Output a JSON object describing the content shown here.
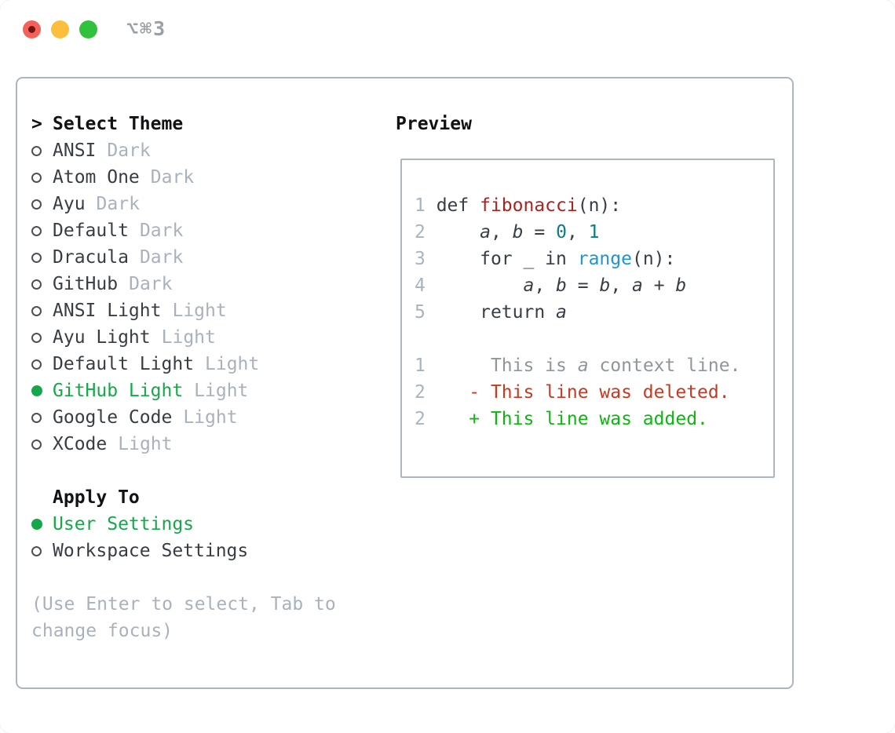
{
  "titlebar": {
    "title": "⌥⌘3",
    "traffic_lights": [
      "close",
      "minimize",
      "zoom"
    ]
  },
  "theme_panel": {
    "header": {
      "prompt": ">",
      "label": "Select Theme"
    },
    "themes": [
      {
        "name": "ANSI",
        "variant": "Dark",
        "selected": false
      },
      {
        "name": "Atom One",
        "variant": "Dark",
        "selected": false
      },
      {
        "name": "Ayu",
        "variant": "Dark",
        "selected": false
      },
      {
        "name": "Default",
        "variant": "Dark",
        "selected": false
      },
      {
        "name": "Dracula",
        "variant": "Dark",
        "selected": false
      },
      {
        "name": "GitHub",
        "variant": "Dark",
        "selected": false
      },
      {
        "name": "ANSI Light",
        "variant": "Light",
        "selected": false
      },
      {
        "name": "Ayu Light",
        "variant": "Light",
        "selected": false
      },
      {
        "name": "Default Light",
        "variant": "Light",
        "selected": false
      },
      {
        "name": "GitHub Light",
        "variant": "Light",
        "selected": true
      },
      {
        "name": "Google Code",
        "variant": "Light",
        "selected": false
      },
      {
        "name": "XCode",
        "variant": "Light",
        "selected": false
      }
    ],
    "apply_to": {
      "label": "Apply To",
      "options": [
        {
          "name": "User Settings",
          "selected": true
        },
        {
          "name": "Workspace Settings",
          "selected": false
        }
      ]
    },
    "help_lines": [
      "(Use Enter to select, Tab to",
      "change focus)"
    ]
  },
  "preview": {
    "label": "Preview",
    "lines": [
      {
        "segments": [
          {
            "t": "1 ",
            "c": "gutter"
          },
          {
            "t": "def ",
            "c": "code"
          },
          {
            "t": "fibonacci",
            "c": "func"
          },
          {
            "t": "(n):",
            "c": "code"
          }
        ]
      },
      {
        "segments": [
          {
            "t": "2",
            "c": "gutter"
          },
          {
            "t": "     ",
            "c": "code"
          },
          {
            "t": "a",
            "c": "var",
            "i": true
          },
          {
            "t": ", ",
            "c": "code"
          },
          {
            "t": "b",
            "c": "var",
            "i": true
          },
          {
            "t": " = ",
            "c": "code"
          },
          {
            "t": "0",
            "c": "number"
          },
          {
            "t": ", ",
            "c": "code"
          },
          {
            "t": "1",
            "c": "number"
          }
        ]
      },
      {
        "segments": [
          {
            "t": "3",
            "c": "gutter"
          },
          {
            "t": "     for _ in ",
            "c": "code"
          },
          {
            "t": "range",
            "c": "builtin"
          },
          {
            "t": "(n):",
            "c": "code"
          }
        ]
      },
      {
        "segments": [
          {
            "t": "4",
            "c": "gutter"
          },
          {
            "t": "         ",
            "c": "code"
          },
          {
            "t": "a",
            "c": "var",
            "i": true
          },
          {
            "t": ", ",
            "c": "code"
          },
          {
            "t": "b",
            "c": "var",
            "i": true
          },
          {
            "t": " = ",
            "c": "code"
          },
          {
            "t": "b",
            "c": "var",
            "i": true
          },
          {
            "t": ", ",
            "c": "code"
          },
          {
            "t": "a",
            "c": "var",
            "i": true
          },
          {
            "t": " + ",
            "c": "code"
          },
          {
            "t": "b",
            "c": "var",
            "i": true
          }
        ]
      },
      {
        "segments": [
          {
            "t": "5",
            "c": "gutter"
          },
          {
            "t": "     return ",
            "c": "code"
          },
          {
            "t": "a",
            "c": "var",
            "i": true
          }
        ]
      },
      {
        "segments": [
          {
            "t": " ",
            "c": "code"
          }
        ]
      },
      {
        "segments": [
          {
            "t": "1",
            "c": "gutter"
          },
          {
            "t": "      This is ",
            "c": "context"
          },
          {
            "t": "a",
            "c": "context",
            "i": true
          },
          {
            "t": " context line.",
            "c": "context"
          }
        ]
      },
      {
        "segments": [
          {
            "t": "2",
            "c": "gutter"
          },
          {
            "t": "    ",
            "c": "code"
          },
          {
            "t": "- This line was deleted.",
            "c": "deleted"
          }
        ]
      },
      {
        "segments": [
          {
            "t": "2",
            "c": "gutter"
          },
          {
            "t": "    ",
            "c": "code"
          },
          {
            "t": "+ This line was added.",
            "c": "added"
          }
        ]
      }
    ]
  },
  "colors": {
    "gutter": "#a9b4bf",
    "code": "#383e45",
    "var": "#383e45",
    "func": "#a62521",
    "number": "#0b7d84",
    "builtin": "#1e95d3",
    "context": "#8f969c",
    "deleted": "#c43a22",
    "added": "#0eb612",
    "selection_green": "#16a74a",
    "muted_gray": "#a9b2bc",
    "header_black": "#101215",
    "item_dark": "#383d44",
    "panel_border": "#adb5bd",
    "titlebar_gray": "#9aa0a6",
    "light_red": "#f4605a",
    "light_yellow": "#fbbe3d",
    "light_green": "#30c23d"
  }
}
